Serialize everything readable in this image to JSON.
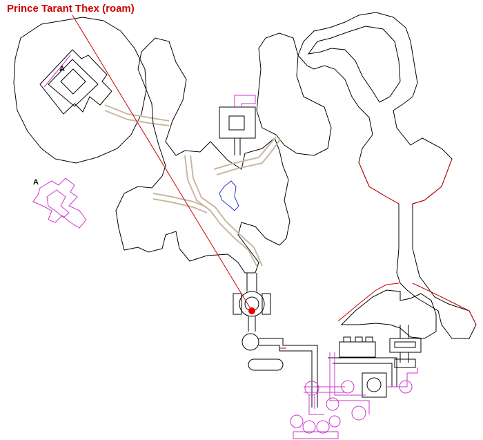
{
  "title": "Prince Tarant Thex (roam)",
  "markers": {
    "a_upper": "A",
    "a_lower": "A"
  },
  "colors": {
    "title": "#cc0000",
    "wall": "#000000",
    "stairs": "#cc33cc",
    "tunnel": "#c8b8a0",
    "water": "#3333cc",
    "roam_path": "#cc0000",
    "boss_dot": "#ee0000"
  }
}
